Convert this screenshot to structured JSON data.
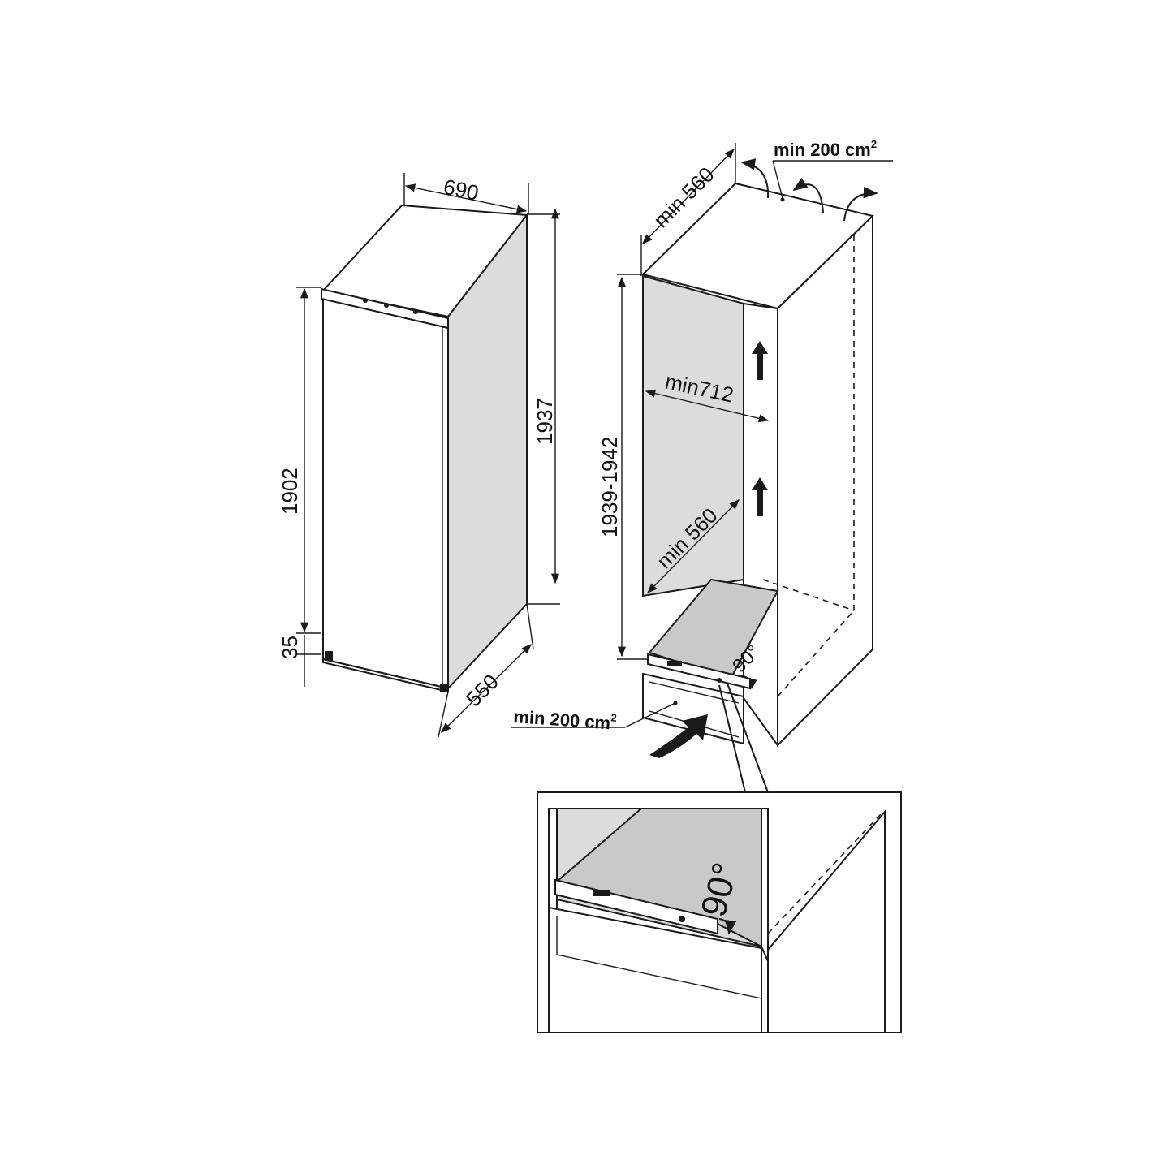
{
  "appliance": {
    "dim_width": "690",
    "dim_depth": "550",
    "dim_total_height": "1937",
    "dim_door_height": "1902",
    "dim_base_height": "35"
  },
  "niche": {
    "dim_top_depth": "min 560",
    "dim_niche_height": "1939-1942",
    "dim_inner_width": "min712",
    "dim_inner_depth": "min 560",
    "top_vent_area": "min 200 cm",
    "top_vent_sup": "2",
    "bottom_vent_area": "min 200 cm",
    "bottom_vent_sup": "2",
    "angle": "90°"
  },
  "detail": {
    "angle": "90°"
  },
  "colors": {
    "line": "#1a1a1a",
    "panel_grey": "#dcdcdc",
    "panel_dark": "#c9c9c9",
    "background": "#ffffff"
  }
}
